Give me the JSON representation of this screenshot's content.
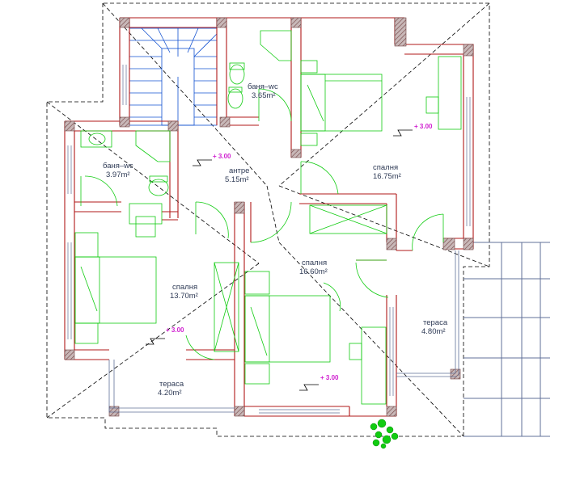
{
  "colors": {
    "wall": "#b01818",
    "furniture": "#11cc11",
    "stair": "#1050d0",
    "terrace": "#607098",
    "roof": "#000000",
    "label": "#2e3a55",
    "level": "#d020d0",
    "pier": "#a08080"
  },
  "rooms": [
    {
      "name": "баня–wc",
      "area": "3.65m²"
    },
    {
      "name": "баня–wc",
      "area": "3.97m²"
    },
    {
      "name": "антре",
      "area": "5.15m²"
    },
    {
      "name": "спалня",
      "area": "16.75m²"
    },
    {
      "name": "спалня",
      "area": "13.70m²"
    },
    {
      "name": "спалня",
      "area": "16.60m²"
    },
    {
      "name": "тераса",
      "area": "4.80m²"
    },
    {
      "name": "тераса",
      "area": "4.20m²"
    }
  ],
  "levels": [
    "+ 3.00",
    "+ 3.00",
    "+ 3.00",
    "+ 3.00"
  ],
  "icons": [
    "plant-icon"
  ]
}
